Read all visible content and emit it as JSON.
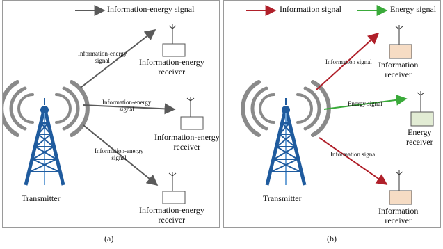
{
  "colors": {
    "info_energy_arrow": "#5a5a5a",
    "info_arrow": "#b0202a",
    "energy_arrow": "#3aaa3a",
    "tower_blue": "#1f5b9e",
    "info_receiver_fill": "#f6dcc4",
    "energy_receiver_fill": "#e2ecd4"
  },
  "panel_a": {
    "legend": "Information-energy signal",
    "transmitter": "Transmitter",
    "links": [
      {
        "label_line1": "Information-energy",
        "label_line2": "signal"
      },
      {
        "label_line1": "Information-energy",
        "label_line2": "signal"
      },
      {
        "label_line1": "Information-energy",
        "label_line2": "signal"
      }
    ],
    "receivers": [
      {
        "line1": "Information-energy",
        "line2": "receiver"
      },
      {
        "line1": "Information-energy",
        "line2": "receiver"
      },
      {
        "line1": "Information-energy",
        "line2": "receiver"
      }
    ],
    "caption": "(a)"
  },
  "panel_b": {
    "legend_info": "Information signal",
    "legend_energy": "Energy signal",
    "transmitter": "Transmitter",
    "links": [
      {
        "label": "Information signal"
      },
      {
        "label": "Energy signal"
      },
      {
        "label": "Information signal"
      }
    ],
    "receivers": [
      {
        "line1": "Information",
        "line2": "receiver"
      },
      {
        "line1": "Energy",
        "line2": "receiver"
      },
      {
        "line1": "Information",
        "line2": "receiver"
      }
    ],
    "caption": "(b)"
  }
}
